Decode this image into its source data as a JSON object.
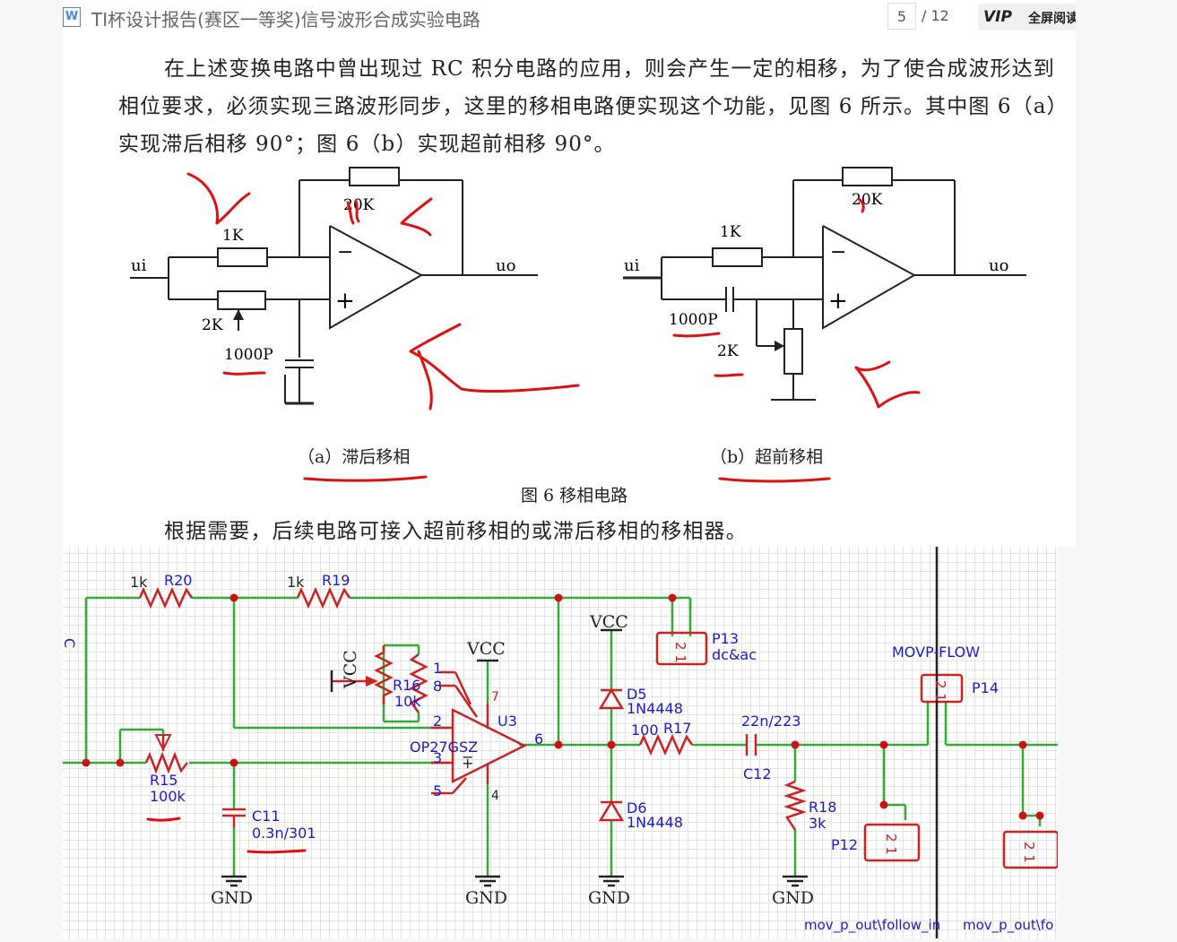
{
  "doc": {
    "icon": "W",
    "title": "TI杯设计报告(赛区一等奖)信号波形合成实验电路",
    "page_current": "5",
    "page_total": "/ 12",
    "vip_badge": "VIP",
    "fullscreen_label": "全屏阅读"
  },
  "body": {
    "paragraph1": "在上述变换电路中曾出现过 RC 积分电路的应用，则会产生一定的相移，为了使合成波形达到相位要求，必须实现三路波形同步，这里的移相电路便实现这个功能，见图 6 所示。其中图 6（a）实现滞后相移 90°；图 6（b）实现超前相移 90°。",
    "fig_a": {
      "input": "ui",
      "output": "uo",
      "r1": "1K",
      "rf": "20K",
      "pot": "2K",
      "cap": "1000P",
      "minus": "−",
      "plus": "+",
      "caption": "（a）滞后移相"
    },
    "fig_b": {
      "input": "ui",
      "output": "uo",
      "r1": "1K",
      "rf": "20K",
      "pot": "2K",
      "cap": "1000P",
      "minus": "−",
      "plus": "+",
      "caption": "（b）超前移相"
    },
    "figure_caption": "图 6  移相电路",
    "paragraph2": "根据需要，后续电路可接入超前移相的或滞后移相的移相器。"
  },
  "schematic": {
    "r20_value": "1k",
    "r20_ref": "R20",
    "r19_value": "1k",
    "r19_ref": "R19",
    "r15_ref": "R15",
    "r15_value": "100k",
    "c11_ref": "C11",
    "c11_value": "0.3n/301",
    "r16_ref": "R16",
    "r16_value": "10k",
    "vcc": "VCC",
    "gnd": "GND",
    "u3_ref": "U3",
    "u3_part": "OP27GSZ",
    "pin1": "1",
    "pin8": "8",
    "pin2": "2",
    "pin3": "3",
    "pin5": "5",
    "pin4": "4",
    "pin7": "7",
    "pin6": "6",
    "d5_ref": "D5",
    "d5_part": "1N4448",
    "d6_ref": "D6",
    "d6_part": "1N4448",
    "r17_value": "100",
    "r17_ref": "R17",
    "c12_value": "22n/223",
    "c12_ref": "C12",
    "r18_ref": "R18",
    "r18_value": "3k",
    "p13_ref": "P13",
    "p13_name": "dc&ac",
    "p14_title": "MOVP-FLOW",
    "p14_ref": "P14",
    "p12_ref": "P12",
    "header_pins": "2 1",
    "net1": "mov_p_out\\follow_in",
    "net2": "mov_p_out\\fo",
    "edge_label": "C"
  },
  "colors": {
    "wire": "#33aa33",
    "part": "#cc2222",
    "text_blue": "#1a1acc",
    "dark": "#222222",
    "annotation": "#dd1111"
  }
}
